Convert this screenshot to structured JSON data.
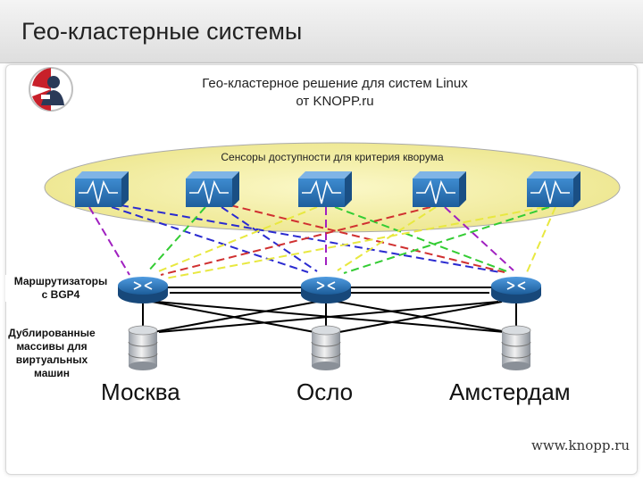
{
  "header": {
    "title": "Гео-кластерные системы"
  },
  "subtitle": {
    "line1": "Гео-кластерное решение для систем Linux",
    "line2": "от KNOPP.ru"
  },
  "sensors_label": "Сенсоры доступности для критерия кворума",
  "routers_label": {
    "line1": "Маршрутизаторы",
    "line2": "с BGP4"
  },
  "storage_label": {
    "line1": "Дублированные",
    "line2": "массивы для",
    "line3": "виртуальных",
    "line4": "машин"
  },
  "cities": [
    "Москва",
    "Осло",
    "Амстердам"
  ],
  "brand": "www.knopp.ru",
  "colors": {
    "sensor_blue": "#2f76b8",
    "router_blue": "#1f6fb3",
    "ellipse_fill": "#f4f0a0",
    "link_blue": "#2a2ad0",
    "link_purple": "#a020c0",
    "link_green": "#33cc33",
    "link_yellow": "#e8e840",
    "link_red": "#d03030",
    "link_black": "#000000"
  }
}
